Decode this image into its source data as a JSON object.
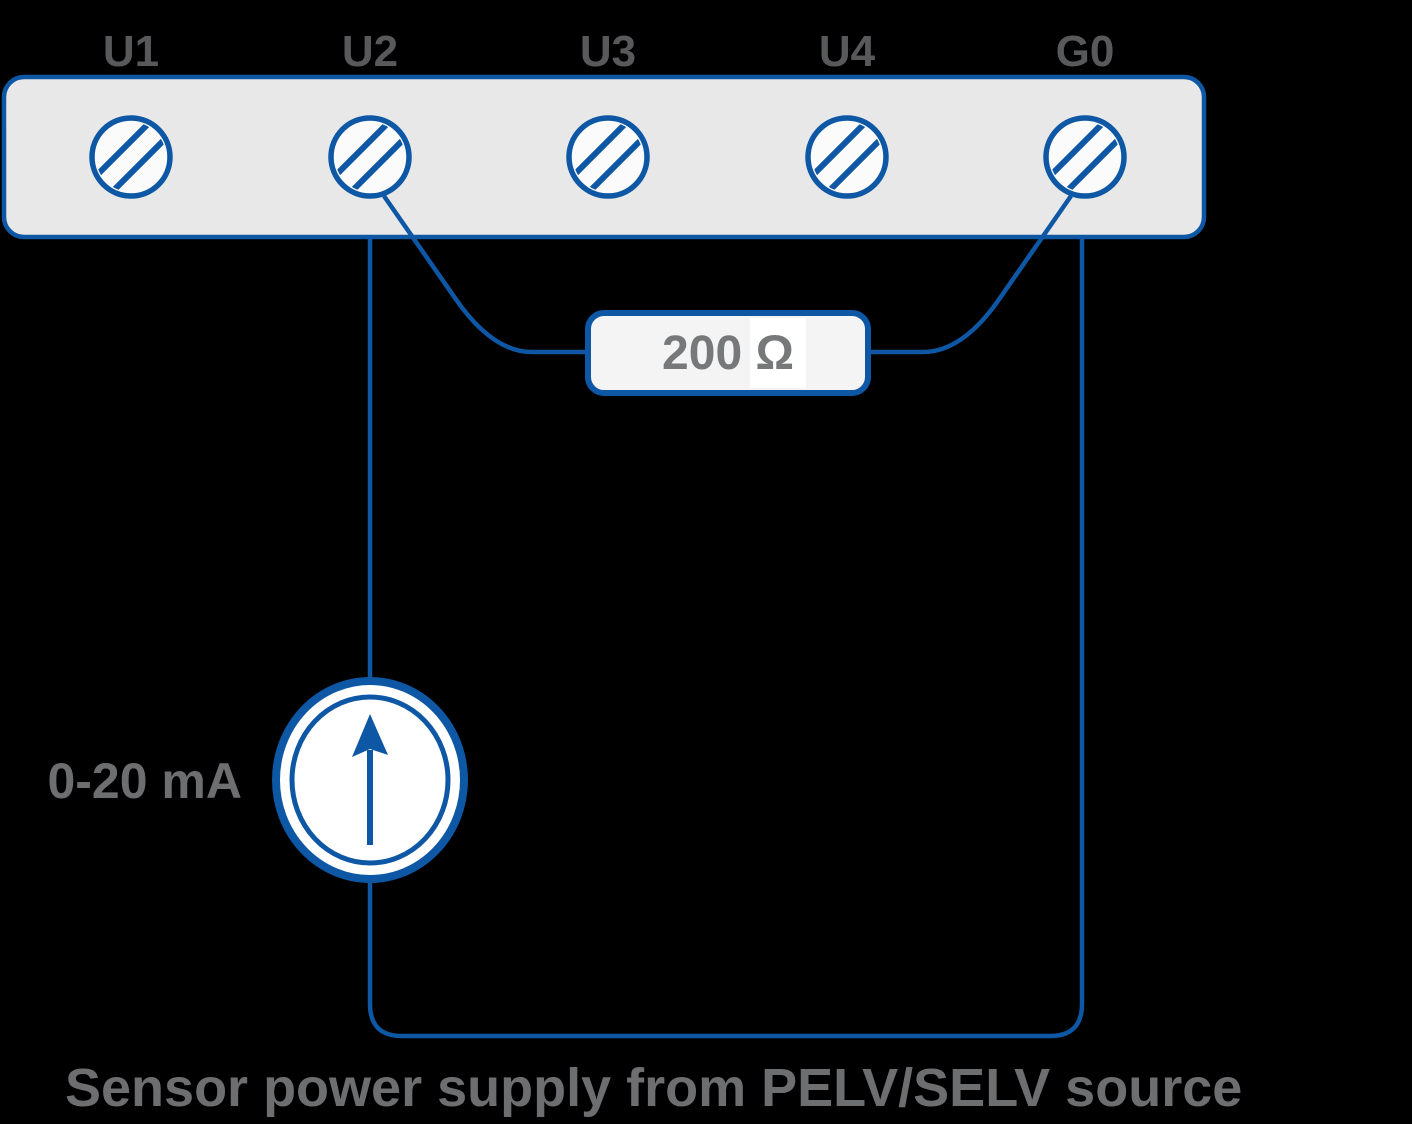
{
  "terminal_block": {
    "terminals": [
      {
        "label": "U1"
      },
      {
        "label": "U2"
      },
      {
        "label": "U3"
      },
      {
        "label": "U4"
      },
      {
        "label": "G0"
      }
    ]
  },
  "resistor": {
    "label": "200 Ω"
  },
  "current_source": {
    "label": "0-20 mA"
  },
  "caption": {
    "text": "Sensor power supply from PELV/SELV source"
  },
  "colors": {
    "wire_blue": "#0d57a4",
    "terminal_label_gray": "#58595b",
    "text_gray": "#6d6e70",
    "resistor_text_gray": "#77787a",
    "strip_fill": "#e8e8e8",
    "terminal_fill": "#fbfbfb",
    "resistor_fill": "#f4f4f5",
    "background": "#000000"
  }
}
